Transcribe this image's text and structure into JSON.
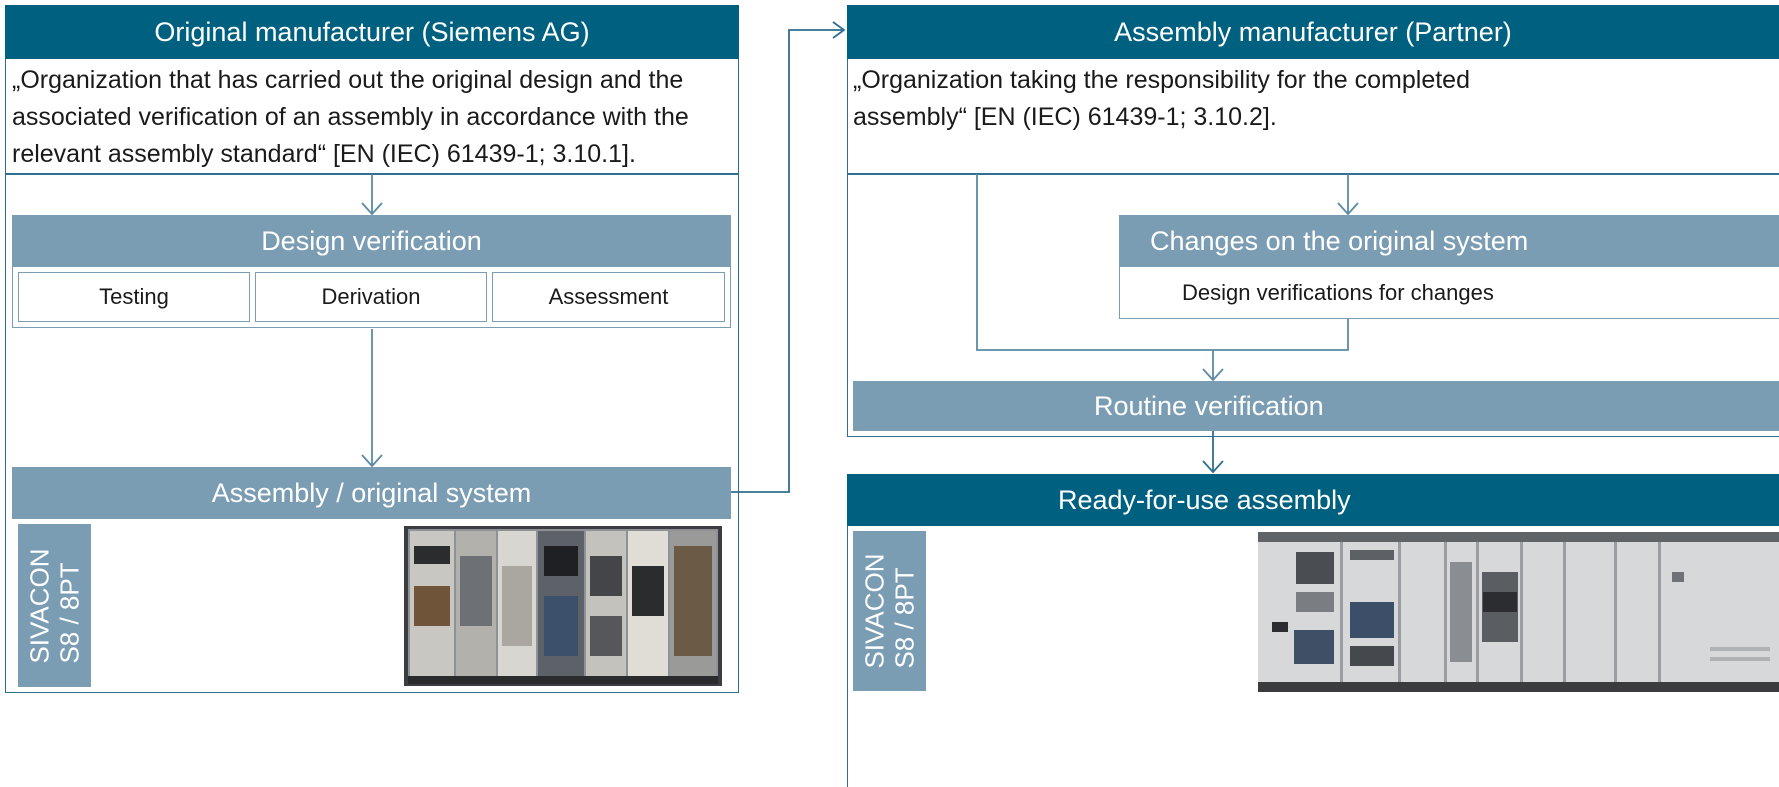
{
  "left": {
    "header": "Original manufacturer (Siemens AG)",
    "definition": "„Organization that has carried out the original design and the associated verification of an assembly in accordance with the relevant assembly standard“  [EN (IEC) 61439-1; 3.10.1].",
    "design_verification": {
      "title": "Design verification",
      "methods": [
        "Testing",
        "Derivation",
        "Assessment"
      ]
    },
    "assembly": {
      "title": "Assembly / original system",
      "product_line1": "SIVACON",
      "product_line2": "S8 / 8PT"
    }
  },
  "right": {
    "header": "Assembly manufacturer (Partner)",
    "definition": "„Organization taking the responsibility for the completed assembly“ [EN (IEC) 61439-1; 3.10.2].",
    "changes": {
      "title": "Changes on the original system",
      "subtitle": "Design verifications for changes"
    },
    "routine": "Routine verification",
    "ready": {
      "title": "Ready-for-use assembly",
      "product_line1": "SIVACON",
      "product_line2": "S8 / 8PT"
    }
  },
  "colors": {
    "dark_teal": "#00607f",
    "grey_blue": "#7b9db4",
    "line": "#2f6f8f"
  }
}
